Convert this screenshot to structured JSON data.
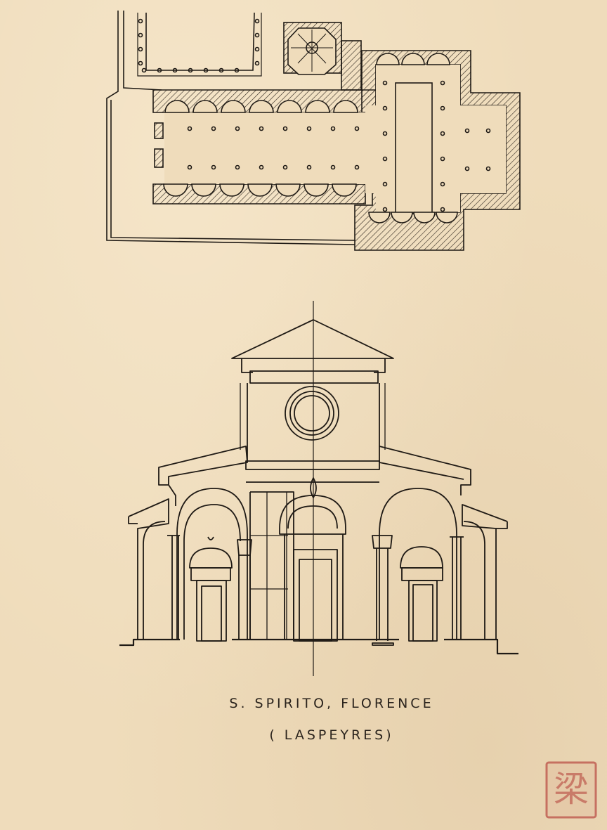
{
  "caption": {
    "line1": "S. SPIRITO, FLORENCE",
    "line2": "( LASPEYRES)"
  },
  "seal": {
    "glyph": "梁",
    "color": "#b8473f"
  },
  "colors": {
    "paper": "#efdcbb",
    "ink": "#1f1a15"
  }
}
